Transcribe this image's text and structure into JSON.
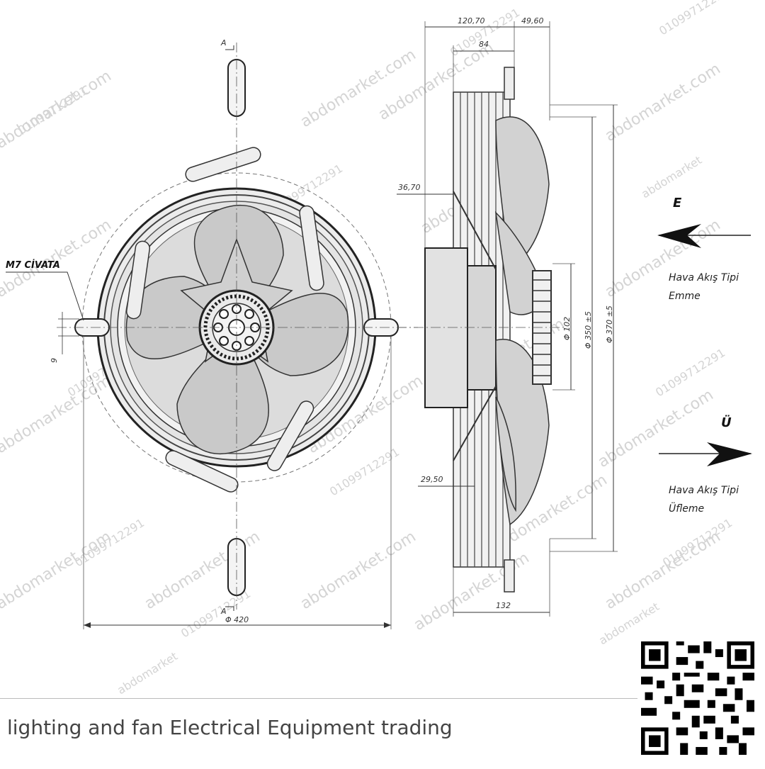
{
  "left_view": {
    "bolt_label": "M7 CİVATA",
    "dim_hole": "9",
    "dim_diameter": "Φ 420",
    "section_mark": "A"
  },
  "side_view": {
    "dim_top_total": "120,70",
    "dim_top_right": "49,60",
    "dim_top_inner": "84",
    "dim_left_upper": "36,70",
    "dim_left_lower": "29,50",
    "dim_bottom": "132",
    "dim_d102": "Φ 102",
    "dim_d350": "Φ 350 ±5",
    "dim_d370": "Φ 370 ±5"
  },
  "airflow": {
    "suction_letter": "E",
    "suction_line1": "Hava Akış Tipi",
    "suction_line2": "Emme",
    "blow_letter": "Ü",
    "blow_line1": "Hava Akış Tipi",
    "blow_line2": "Üfleme"
  },
  "watermarks": {
    "brand": "abdomarket.com",
    "brand_short": "abdomarket",
    "phone": "01099712291"
  },
  "footer": {
    "caption": "lighting and fan Electrical Equipment trading"
  },
  "qr": {
    "icon": "qr-code-icon"
  }
}
